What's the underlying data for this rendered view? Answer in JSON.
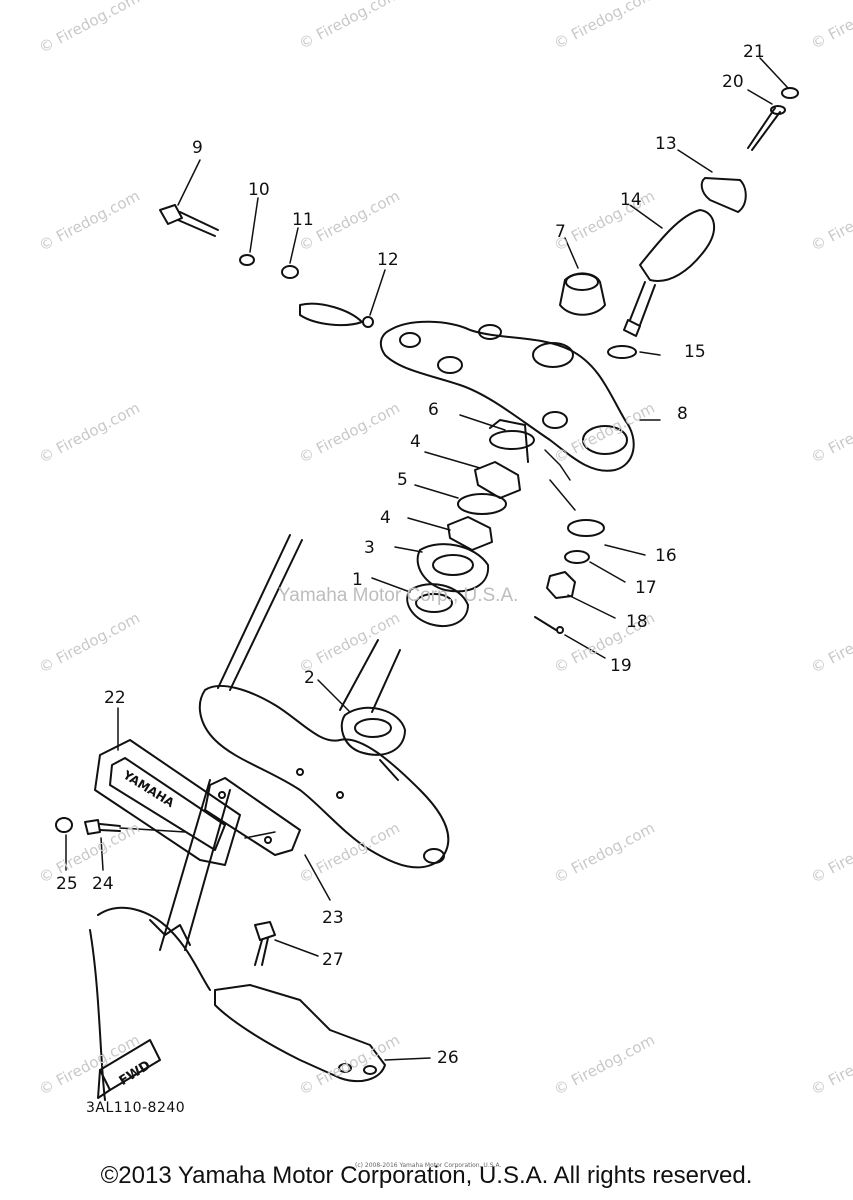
{
  "watermarks": [
    "© Firedog.com"
  ],
  "trademark_watermark": "Yamaha Motor Corp., U.S.A.",
  "diagram_code": "3AL110-8240",
  "small_copyright": "(c) 2008-2016 Yamaha Motor Corporation, U.S.A.",
  "footer_copyright": "©2013 Yamaha Motor Corporation, U.S.A. All rights reserved.",
  "fwd_label": "FWD",
  "brand_label": "YAMAHA",
  "callouts": [
    "1",
    "2",
    "3",
    "4",
    "4",
    "5",
    "6",
    "7",
    "8",
    "9",
    "10",
    "11",
    "12",
    "13",
    "14",
    "15",
    "16",
    "17",
    "18",
    "19",
    "20",
    "21",
    "22",
    "23",
    "24",
    "25",
    "26",
    "27"
  ],
  "colors": {
    "ink": "#111111",
    "watermark": "#c9c9c9",
    "background": "#ffffff"
  }
}
